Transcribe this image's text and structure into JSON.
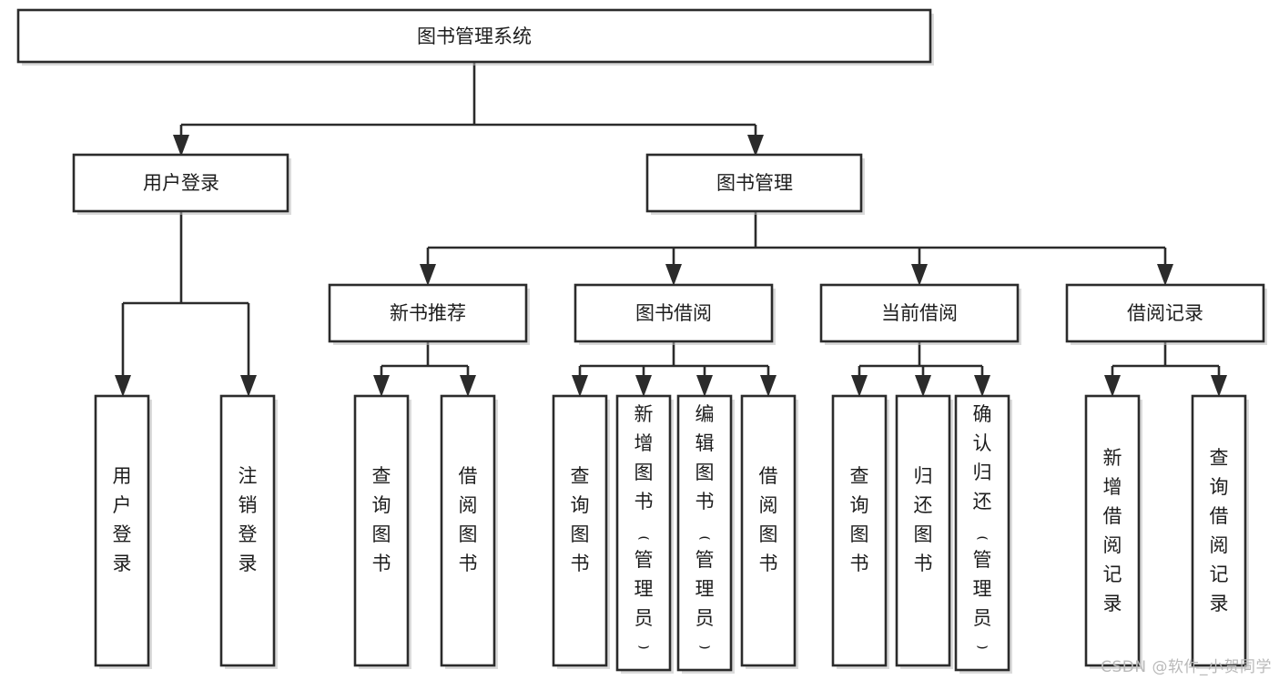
{
  "diagram": {
    "type": "tree-hierarchy",
    "title": "图书管理系统",
    "watermark": "CSDN @软件_小贺同学",
    "colors": {
      "background": "#ffffff",
      "stroke": "#2b2b2b",
      "text": "#1d1d1d",
      "shadow": "#bdbdbd",
      "watermark": "#b9b9b9"
    },
    "levels": {
      "root": {
        "label": "图书管理系统"
      },
      "level2": [
        {
          "label": "用户登录"
        },
        {
          "label": "图书管理"
        }
      ],
      "level3": [
        {
          "label": "新书推荐"
        },
        {
          "label": "图书借阅"
        },
        {
          "label": "当前借阅"
        },
        {
          "label": "借阅记录"
        }
      ],
      "leaves": {
        "user_login": [
          {
            "label": "用户登录"
          },
          {
            "label": "注销登录"
          }
        ],
        "new_book_recommend": [
          {
            "label": "查询图书"
          },
          {
            "label": "借阅图书"
          }
        ],
        "book_borrow": [
          {
            "label": "查询图书"
          },
          {
            "label": "新增图书（管理员）"
          },
          {
            "label": "编辑图书（管理员）"
          },
          {
            "label": "借阅图书"
          }
        ],
        "current_borrow": [
          {
            "label": "查询图书"
          },
          {
            "label": "归还图书"
          },
          {
            "label": "确认归还（管理员）"
          }
        ],
        "borrow_record": [
          {
            "label": "新增借阅记录"
          },
          {
            "label": "查询借阅记录"
          }
        ]
      }
    }
  }
}
